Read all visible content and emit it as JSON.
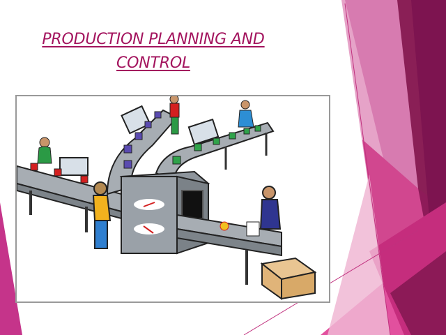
{
  "slide": {
    "title_line1": "PRODUCTION PLANNING AND",
    "title_line2": "CONTROL",
    "title_color": "#a3145e",
    "image": {
      "description": "Clip-art of a factory production line: three conveyor belts carrying red, purple and green boxes feed into a grey processing machine with an output conveyor; workers in green, red, blue, yellow and navy shirts; a cardboard box at the end.",
      "box_colors": [
        "#d42020",
        "#5a4bb0",
        "#2fa34a"
      ]
    },
    "theme_colors": {
      "dark_magenta": "#8c1a57",
      "mid_magenta": "#c0317e",
      "pink": "#e0529c",
      "light_pink": "#e89ac2"
    }
  }
}
